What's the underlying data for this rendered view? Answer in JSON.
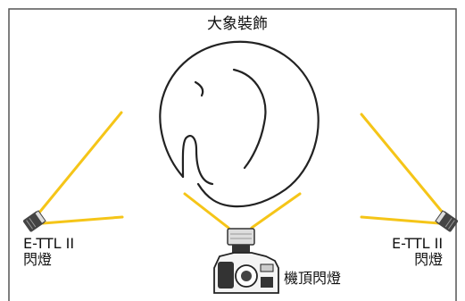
{
  "title": "大象裝飾",
  "left_flash": {
    "line1": "E-TTL II",
    "line2": "閃燈"
  },
  "right_flash": {
    "line1": "E-TTL II",
    "line2": "閃燈"
  },
  "camera_flash": "機頂閃燈",
  "colors": {
    "beam": "#f5c518",
    "outline": "#222222",
    "frame": "#555555",
    "flash_body": "#444444"
  }
}
